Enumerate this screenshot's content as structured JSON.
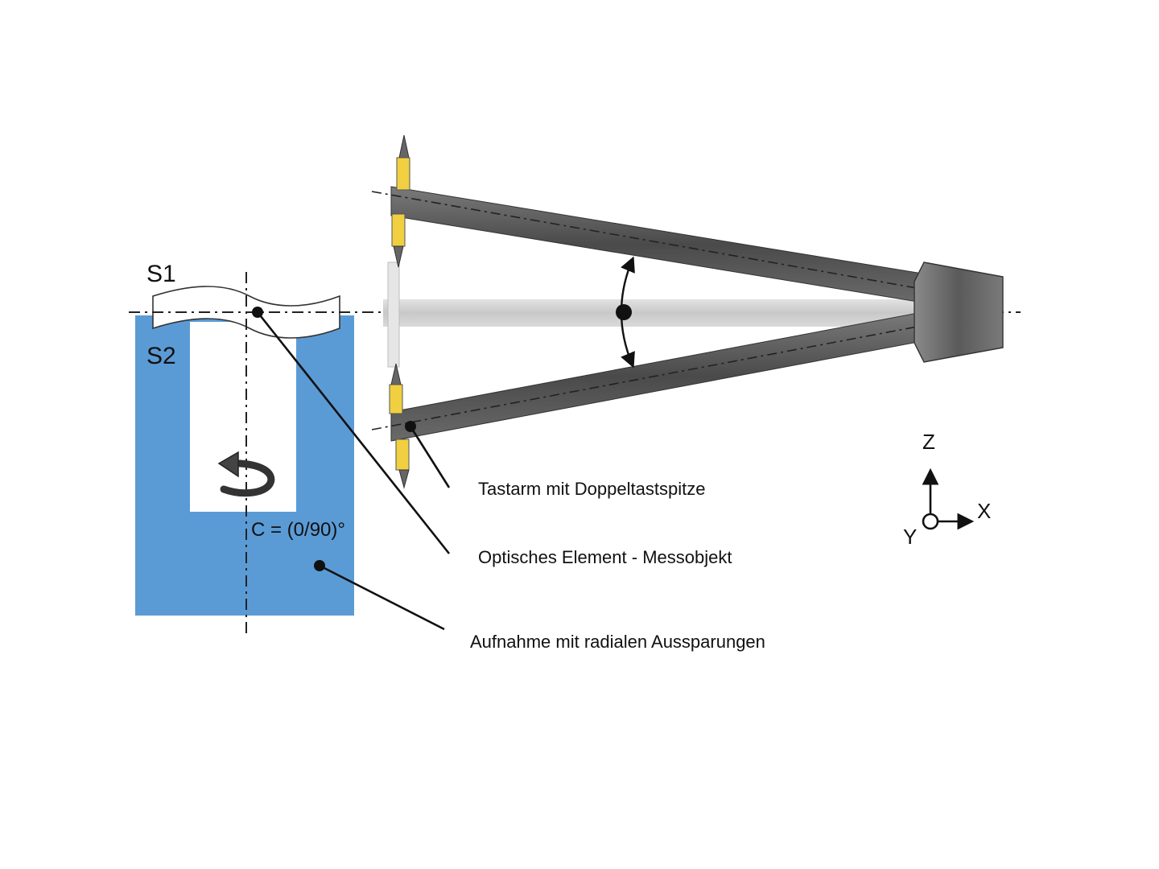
{
  "labels": {
    "s1": "S1",
    "s2": "S2",
    "c_angle": "C = (0/90)°",
    "tastarm": "Tastarm mit Doppeltastspitze",
    "optisches": "Optisches Element - Messobjekt",
    "aufnahme": "Aufnahme mit radialen Aussparungen"
  },
  "axes": {
    "z": "Z",
    "x": "X",
    "y": "Y"
  },
  "colors": {
    "holder_blue": "#5b9bd5",
    "arm_dark": "#5a5a5a",
    "arm_light": "#cfcfcf",
    "stylus_yellow": "#f0d040",
    "ink": "#111111"
  },
  "icons": {
    "rotation": "rotation-arrow-icon",
    "axes": "coordinate-axes-icon"
  }
}
